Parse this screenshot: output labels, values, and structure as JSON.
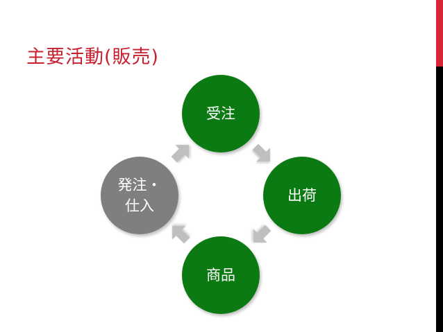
{
  "title": "主要活動(販売)",
  "diagram": {
    "type": "cycle",
    "nodes": [
      {
        "id": "top",
        "label": "受注",
        "color": "#0c7a12"
      },
      {
        "id": "right",
        "label": "出荷",
        "color": "#0c7a12"
      },
      {
        "id": "bottom",
        "label": "商品",
        "color": "#0c7a12"
      },
      {
        "id": "left",
        "label": "発注・\n仕入",
        "color": "#7f7f7f"
      }
    ],
    "arrow_color": "#bfbfbf"
  },
  "colors": {
    "title": "#c8202f",
    "edge_top": "#d7263a",
    "edge_bottom": "#000000"
  }
}
